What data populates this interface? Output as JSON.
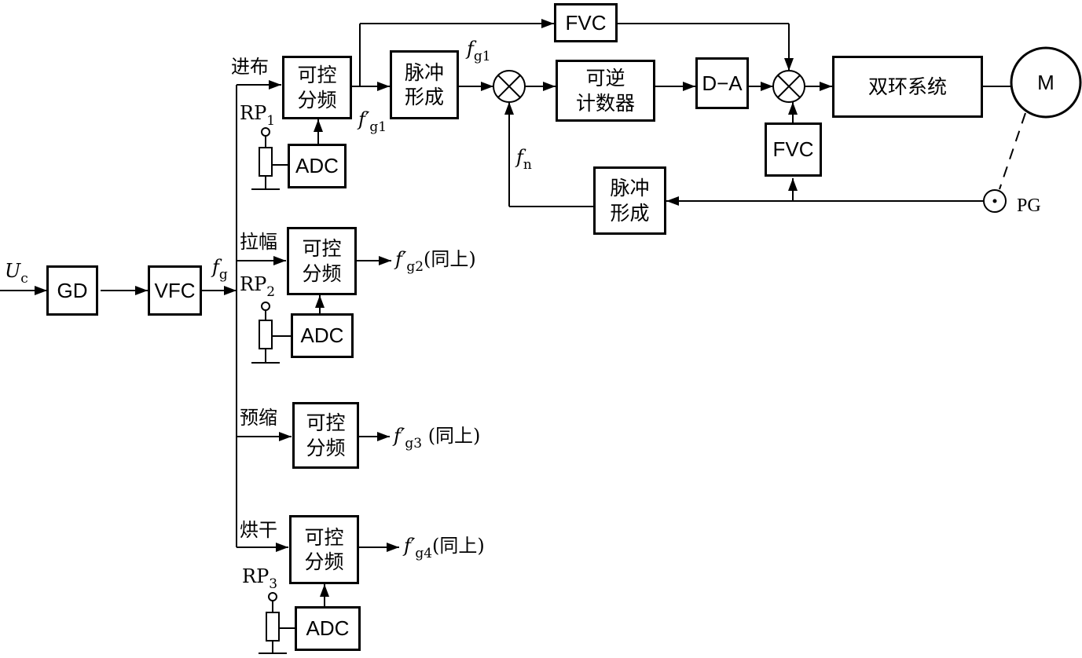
{
  "input": {
    "symbol": "U",
    "subscript": "c"
  },
  "blocks": {
    "gd": "GD",
    "vfc": "VFC",
    "fvc": "FVC",
    "da": "D−A",
    "adc": "ADC",
    "motor": "M",
    "divider": [
      "可控",
      "分频"
    ],
    "pulse_forming": [
      "脉冲",
      "形成"
    ],
    "counter": [
      "可逆",
      "计数器"
    ],
    "dual_loop": "双环系统"
  },
  "signals": {
    "fg": {
      "symbol": "f",
      "subscript": "g"
    },
    "fg1": {
      "symbol": "f",
      "subscript": "g1"
    },
    "fg1_prime": {
      "symbol": "f′",
      "subscript": "g1"
    },
    "fg2_prime": {
      "symbol": "f′",
      "subscript": "g2",
      "note": "(同上)"
    },
    "fg3_prime": {
      "symbol": "f′",
      "subscript": "g3",
      "note": "(同上)"
    },
    "fg4_prime": {
      "symbol": "f′",
      "subscript": "g4",
      "note": "(同上)"
    },
    "fn": {
      "symbol": "f",
      "subscript": "n"
    }
  },
  "branches": [
    "进布",
    "拉幅",
    "预缩",
    "烘干"
  ],
  "potentiometers": [
    {
      "symbol": "RP",
      "subscript": "1"
    },
    {
      "symbol": "RP",
      "subscript": "2"
    },
    {
      "symbol": "RP",
      "subscript": "3"
    }
  ],
  "sensor": "PG"
}
